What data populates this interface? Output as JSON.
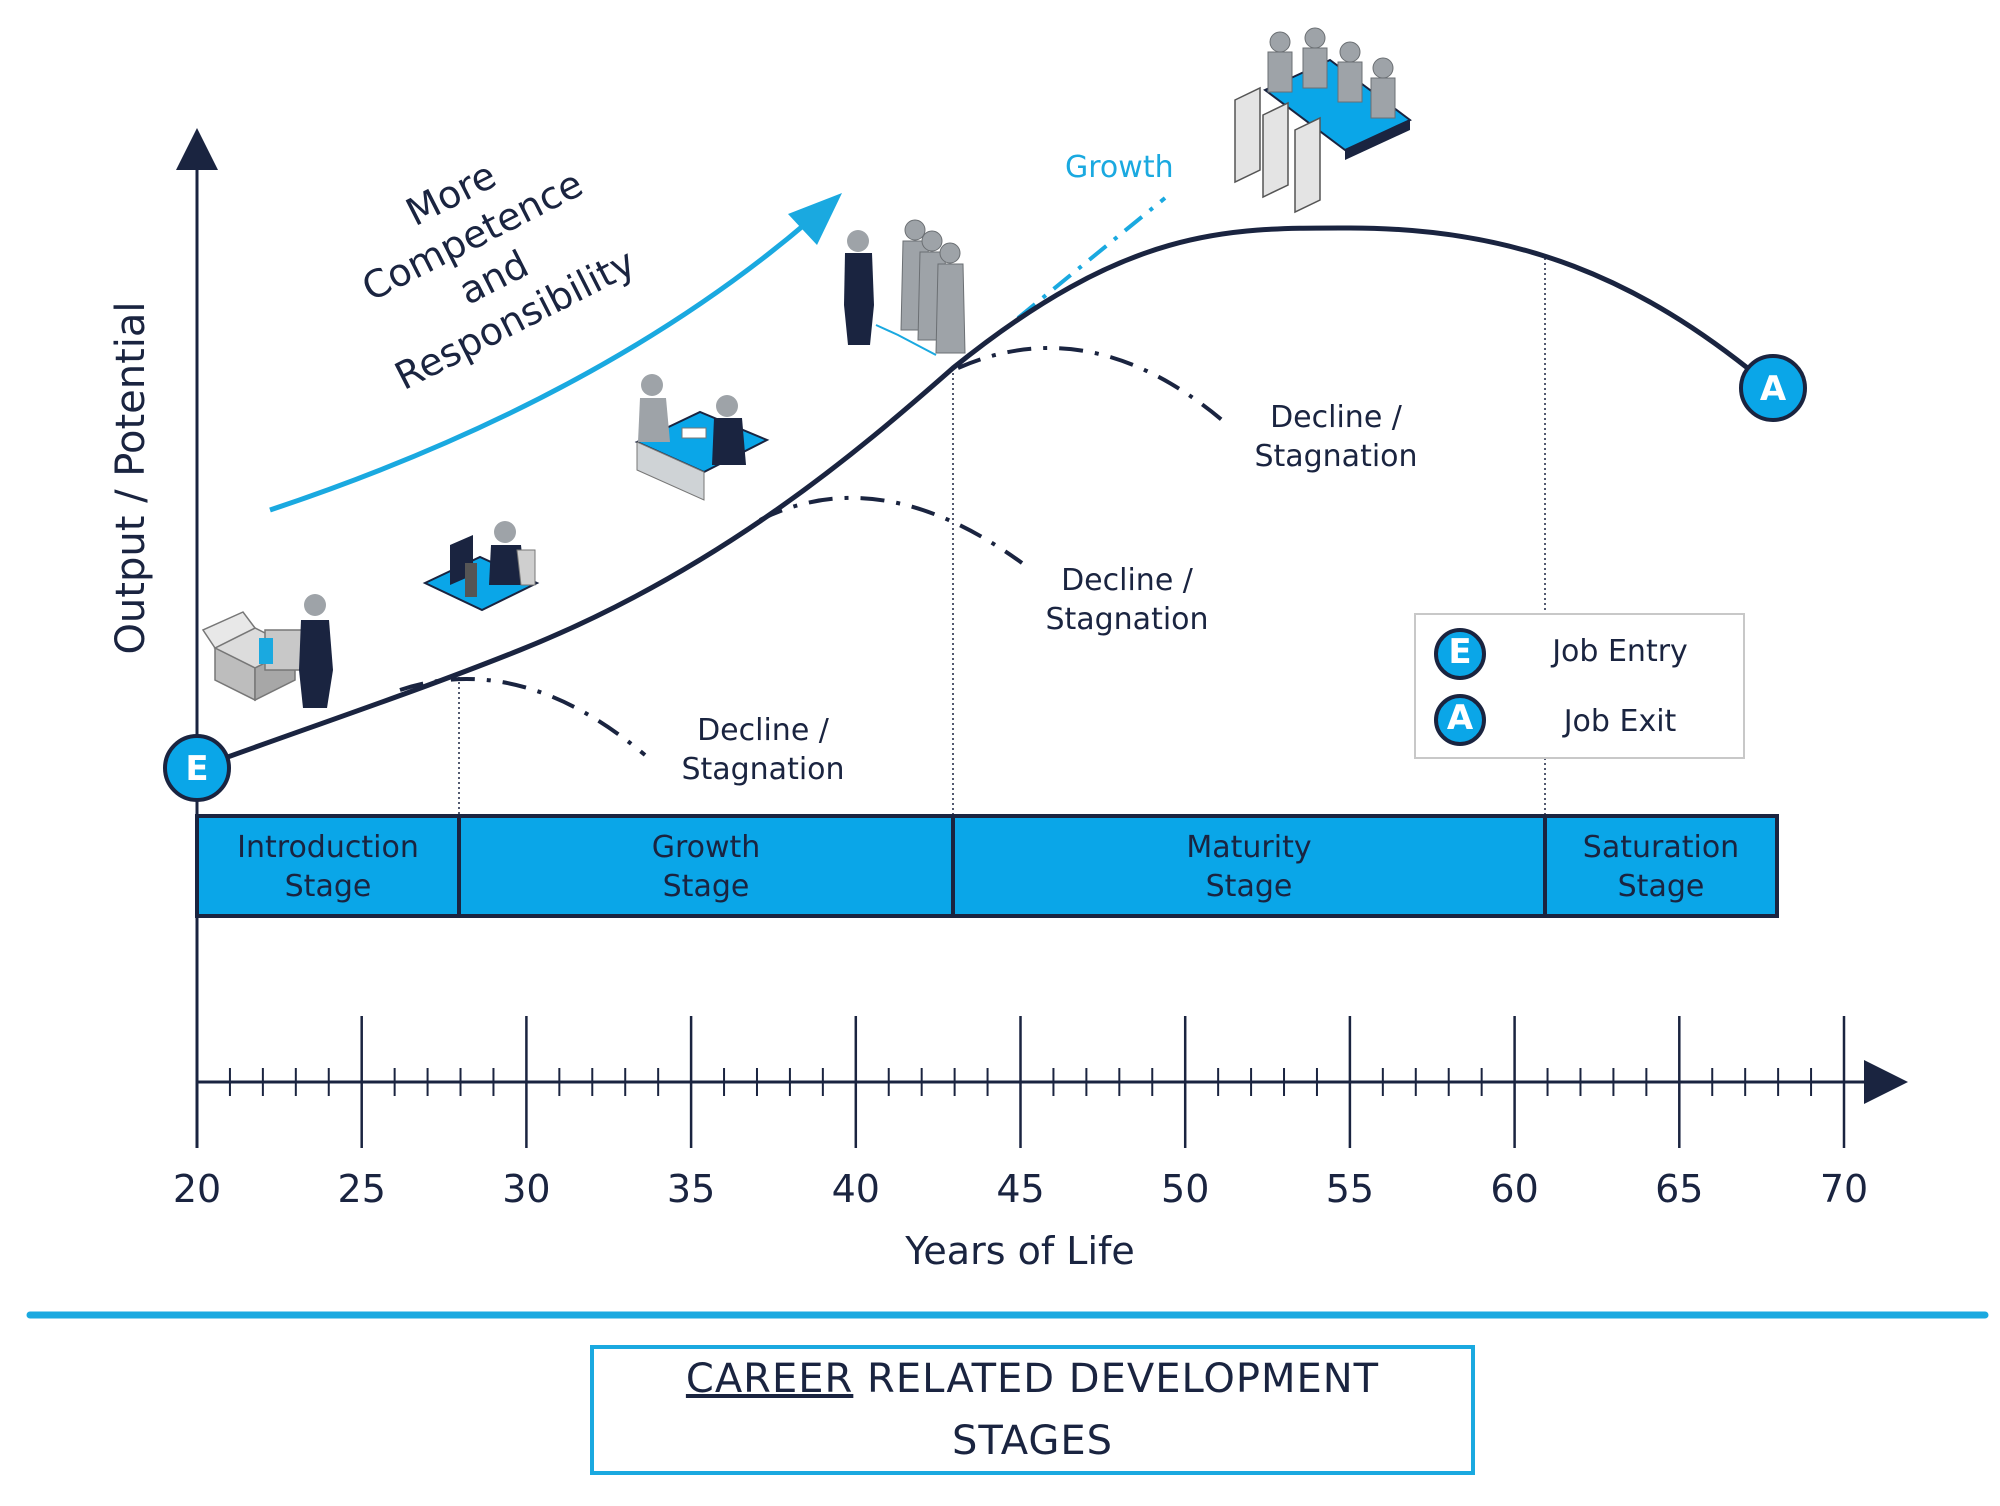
{
  "colors": {
    "navy": "#1a2440",
    "accent": "#1aa9e0",
    "stage_fill": "#0aa6e8",
    "person_grey": "#9ea3a8"
  },
  "axes": {
    "y_label": "Output / Potential",
    "x_label": "Years of Life",
    "x_ticks": [
      "20",
      "25",
      "30",
      "35",
      "40",
      "45",
      "50",
      "55",
      "60",
      "65",
      "70"
    ]
  },
  "arrow_caption": {
    "line1": "More",
    "line2": "Competence",
    "line3": "and",
    "line4": "Responsibility"
  },
  "growth_label": "Growth",
  "declines": [
    {
      "line1": "Decline /",
      "line2": "Stagnation"
    },
    {
      "line1": "Decline /",
      "line2": "Stagnation"
    },
    {
      "line1": "Decline /",
      "line2": "Stagnation"
    }
  ],
  "stages": [
    {
      "line1": "Introduction",
      "line2": "Stage"
    },
    {
      "line1": "Growth",
      "line2": "Stage"
    },
    {
      "line1": "Maturity",
      "line2": "Stage"
    },
    {
      "line1": "Saturation",
      "line2": "Stage"
    }
  ],
  "markers": {
    "entry": "E",
    "exit": "A"
  },
  "legend": [
    {
      "badge": "E",
      "label": "Job Entry"
    },
    {
      "badge": "A",
      "label": "Job Exit"
    }
  ],
  "caption": {
    "underlined": "CAREER",
    "rest": " RELATED DEVELOPMENT",
    "line2": "STAGES"
  },
  "icons": [
    "shipping-desk-icon",
    "call-center-desk-icon",
    "meeting-desk-icon",
    "team-leader-icon",
    "boardroom-icon"
  ]
}
